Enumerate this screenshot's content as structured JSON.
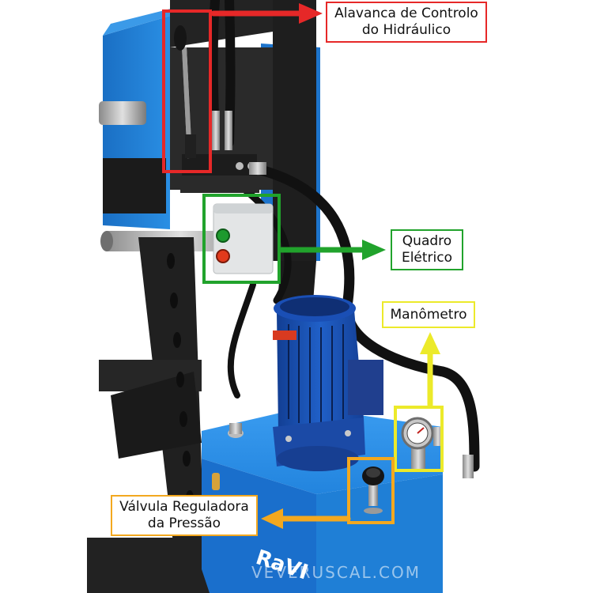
{
  "callouts": {
    "lever": {
      "line1": "Alavanca de Controlo",
      "line2": "do Hidráulico",
      "color": "#e62828"
    },
    "panel": {
      "line1": "Quadro",
      "line2": "Elétrico",
      "color": "#21a32c"
    },
    "gauge": {
      "label": "Manômetro",
      "color": "#ecea2a"
    },
    "valve": {
      "line1": "Válvula Reguladora",
      "line2": "da Pressão",
      "color": "#f3a81f"
    }
  },
  "brand": {
    "logo_text": "RaVI",
    "watermark": "VEVERUSCAL.COM"
  },
  "colors": {
    "machine_blue": "#1f7fd6",
    "motor_blue": "#1b4fb3",
    "frame_black": "#1e1e1e",
    "background": "#ffffff"
  }
}
